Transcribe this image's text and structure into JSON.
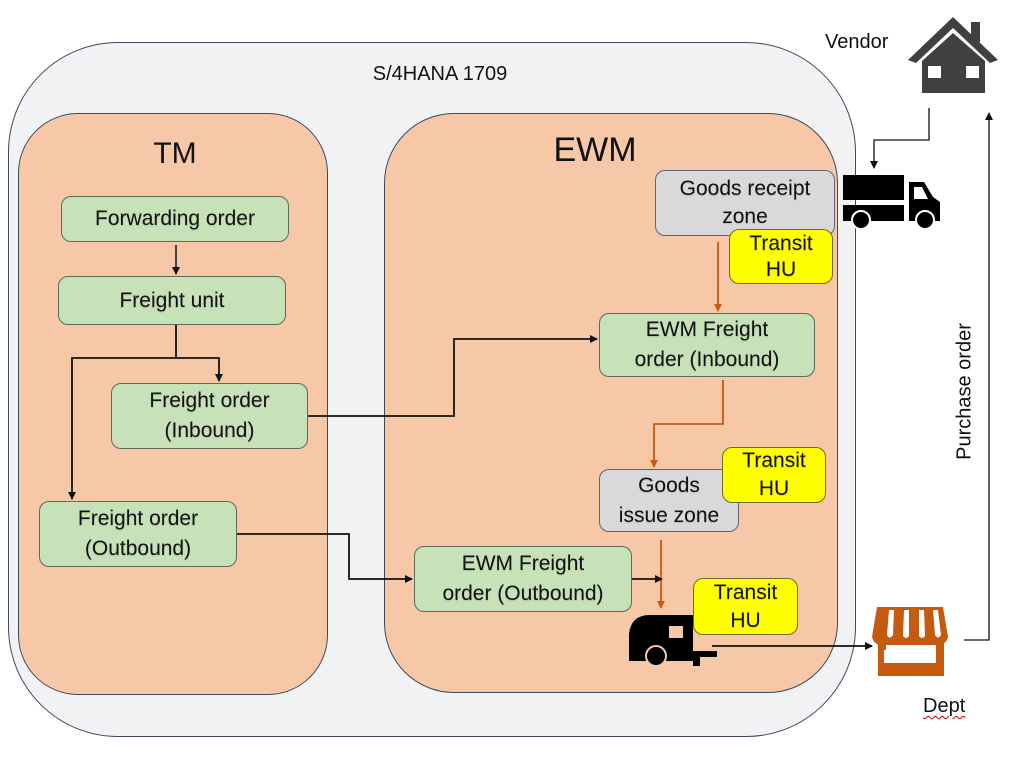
{
  "diagram": {
    "system_title": "S/4HANA 1709",
    "tm": {
      "title": "TM",
      "forwarding_order": "Forwarding order",
      "freight_unit": "Freight unit",
      "fo_inbound_l1": "Freight order",
      "fo_inbound_l2": "(Inbound)",
      "fo_outbound_l1": "Freight order",
      "fo_outbound_l2": "(Outbound)"
    },
    "ewm": {
      "title": "EWM",
      "gr_zone_l1": "Goods receipt",
      "gr_zone_l2": "zone",
      "fo_inbound_l1": "EWM Freight",
      "fo_inbound_l2": "order (Inbound)",
      "gi_zone_l1": "Goods",
      "gi_zone_l2": "issue zone",
      "fo_outbound_l1": "EWM Freight",
      "fo_outbound_l2": "order (Outbound)",
      "transit_hu_l1": "Transit",
      "transit_hu_l2": "HU"
    },
    "external": {
      "vendor": "Vendor",
      "dept": "Dept",
      "purchase_order": "Purchase order"
    },
    "colors": {
      "outer_bg": "#f1f2f3",
      "panel_bg": "#f6c8a8",
      "green_box": "#c7e1b8",
      "grey_box": "#d9d9db",
      "transit_box": "#ffff00",
      "orange_arrow": "#c55a11",
      "house_icon": "#404040",
      "store_icon": "#c55a11"
    }
  }
}
